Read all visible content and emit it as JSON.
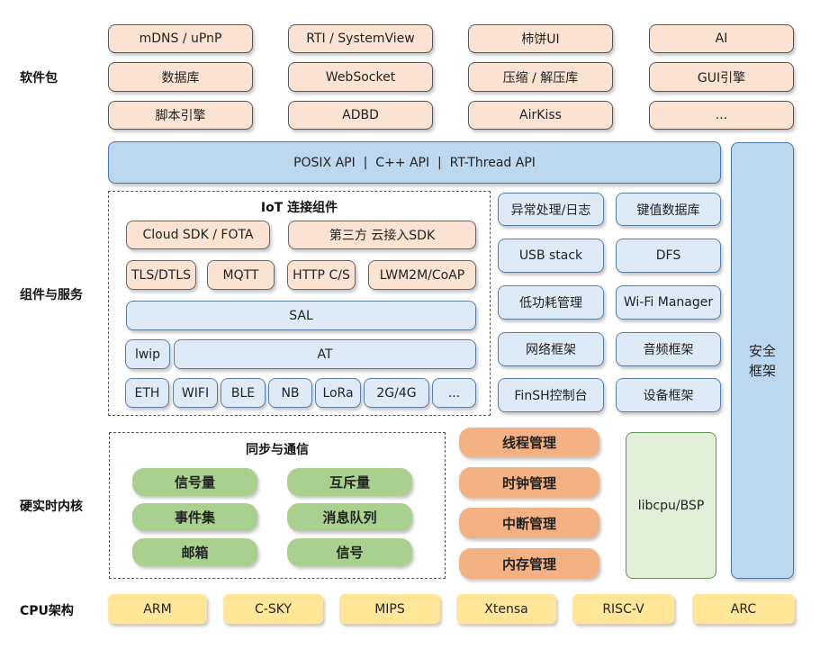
{
  "layers": {
    "packages": "软件包",
    "components": "组件与服务",
    "kernel": "硬实时内核",
    "cpu": "CPU架构"
  },
  "packages": [
    [
      "mDNS / uPnP",
      "RTI / SystemView",
      "柿饼UI",
      "AI"
    ],
    [
      "数据库",
      "WebSocket",
      "压缩 / 解压库",
      "GUI引擎"
    ],
    [
      "脚本引擎",
      "ADBD",
      "AirKiss",
      "..."
    ]
  ],
  "api_bar": "POSIX API  |  C++ API  |  RT-Thread API",
  "security": "安全框架",
  "iot": {
    "title": "IoT 连接组件",
    "cloud": [
      "Cloud SDK / FOTA",
      "第三方 云接入SDK"
    ],
    "protocols": [
      "TLS/DTLS",
      "MQTT",
      "HTTP C/S",
      "LWM2M/CoAP"
    ],
    "sal": "SAL",
    "lwip": "lwip",
    "at": "AT",
    "links": [
      "ETH",
      "WIFI",
      "BLE",
      "NB",
      "LoRa",
      "2G/4G",
      "..."
    ]
  },
  "services": [
    [
      "异常处理/日志",
      "键值数据库"
    ],
    [
      "USB stack",
      "DFS"
    ],
    [
      "低功耗管理",
      "Wi-Fi Manager"
    ],
    [
      "网络框架",
      "音频框架"
    ],
    [
      "FinSH控制台",
      "设备框架"
    ]
  ],
  "sync": {
    "title": "同步与通信",
    "items": [
      [
        "信号量",
        "互斥量"
      ],
      [
        "事件集",
        "消息队列"
      ],
      [
        "邮箱",
        "信号"
      ]
    ]
  },
  "kernel_mgmt": [
    "线程管理",
    "时钟管理",
    "中断管理",
    "内存管理"
  ],
  "bsp": "libcpu/BSP",
  "cpus": [
    "ARM",
    "C-SKY",
    "MIPS",
    "Xtensa",
    "RISC-V",
    "ARC"
  ]
}
